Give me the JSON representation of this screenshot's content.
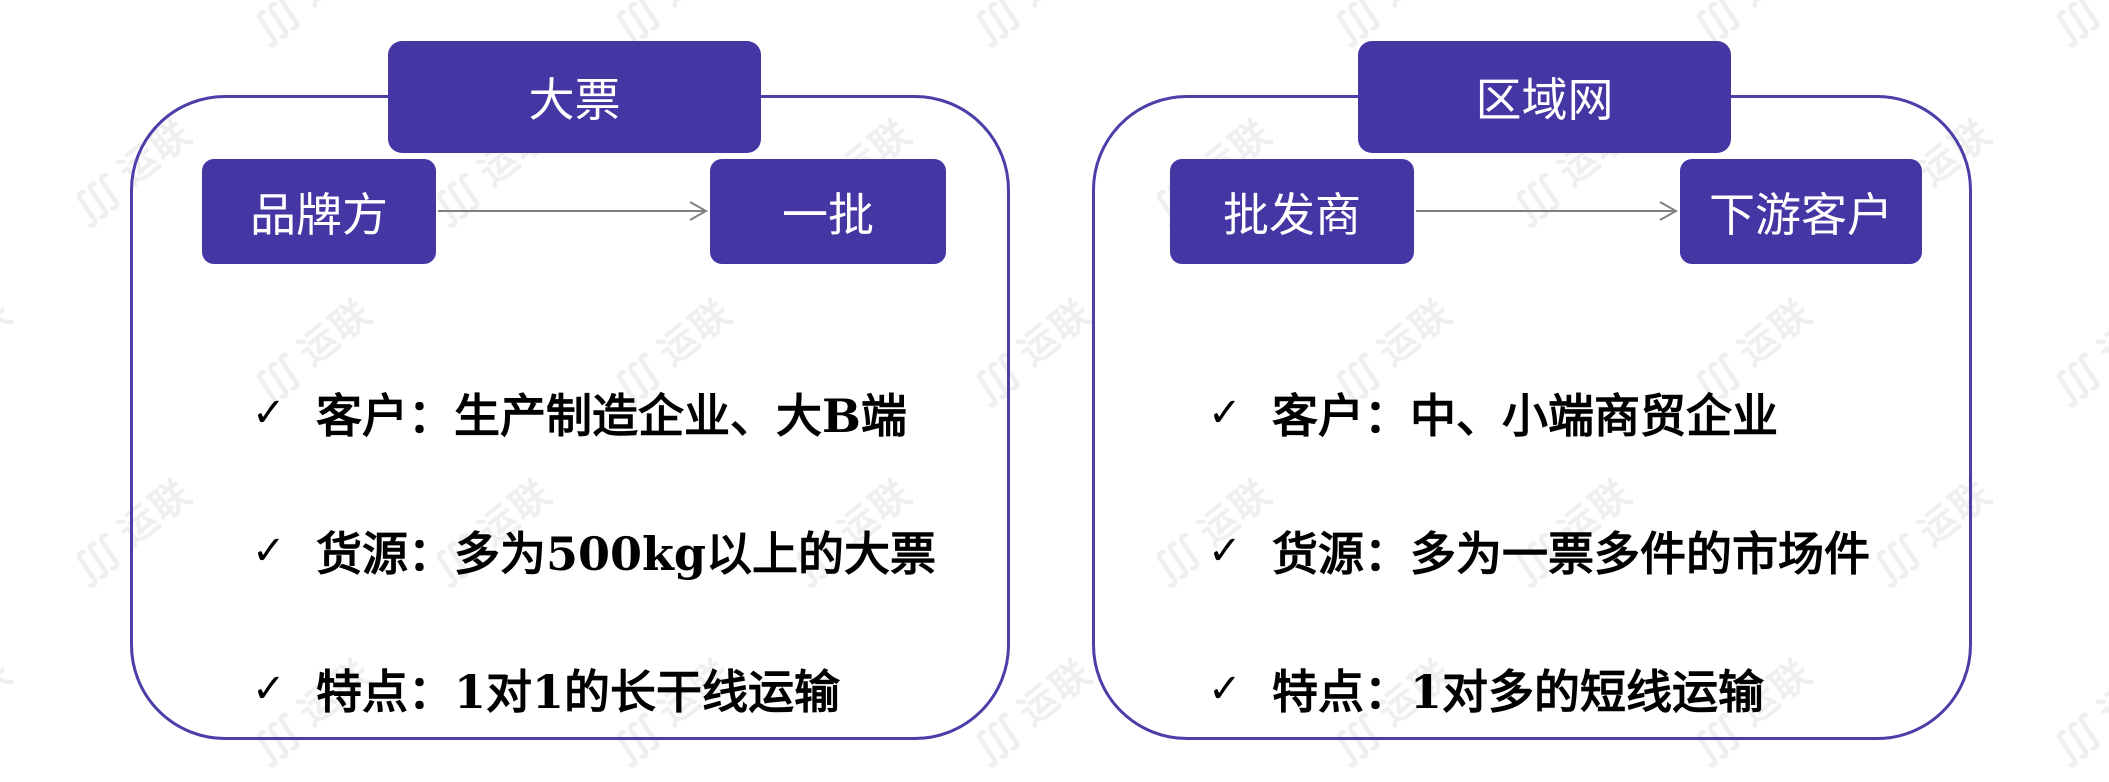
{
  "colors": {
    "box_fill": "#4436a3",
    "panel_border": "#4a3fa8",
    "arrow": "#808080",
    "text_on_box": "#ffffff",
    "bullet_text": "#000000"
  },
  "watermark_text": "运联",
  "left_panel": {
    "title": "大票",
    "from_node": "品牌方",
    "to_node": "一批",
    "bullets": [
      "客户：生产制造企业、大B端",
      "货源：多为500kg以上的大票",
      "特点：1对1的长干线运输"
    ]
  },
  "right_panel": {
    "title": "区域网",
    "from_node": "批发商",
    "to_node": "下游客户",
    "bullets": [
      "客户：中、小端商贸企业",
      "货源：多为一票多件的市场件",
      "特点：1对多的短线运输"
    ]
  }
}
